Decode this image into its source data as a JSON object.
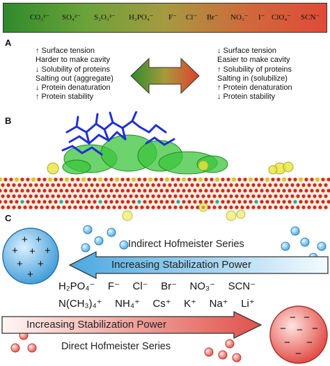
{
  "ion_bar": {
    "ions": [
      "CO₃²⁻",
      "SO₄²⁻",
      "S₂O₃²⁻",
      "H₂PO₄⁻",
      "F⁻",
      "Cl⁻",
      "Br⁻",
      "NO₃⁻",
      "I⁻",
      "ClO₄⁻",
      "SCN⁻"
    ],
    "gradient_colors": [
      "#2f8a2a",
      "#e04a38"
    ]
  },
  "panels": {
    "a": {
      "label": "A",
      "left_list": [
        "↑ Surface tension",
        "Harder to make cavity",
        "↓ Solubility of proteins",
        "Salting out (aggregate)",
        "↓ Protein denaturation",
        "↑ Protein stability"
      ],
      "right_list": [
        "↓ Surface tension",
        "Easier to make cavity",
        "↑ Solubility of proteins",
        "Salting in (solubilize)",
        "↑ Protein denaturation",
        "↓ Protein stability"
      ]
    },
    "b": {
      "label": "B"
    },
    "c": {
      "label": "C",
      "indirect_label": "Indirect Hofmeister Series",
      "arrow_top_label": "Increasing Stabilization Power",
      "anions": [
        "H₂PO₄⁻",
        "F⁻",
        "Cl⁻",
        "Br⁻",
        "NO₃⁻",
        "SCN⁻"
      ],
      "cations": [
        "N(CH₃)₄⁺",
        "NH₄⁺",
        "Cs⁺",
        "K⁺",
        "Na⁺",
        "Li⁺"
      ],
      "arrow_bottom_label": "Increasing Stabilization Power",
      "direct_label": "Direct Hofmeister Series",
      "positive_sphere_sign": "+",
      "negative_sphere_sign": "−"
    }
  }
}
